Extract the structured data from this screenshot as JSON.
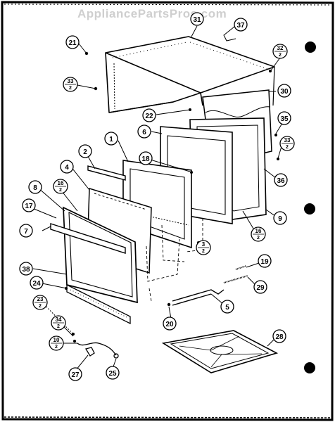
{
  "watermark": "AppliancePartsPros.com",
  "colors": {
    "ink": "#000000",
    "paper": "#ffffff",
    "watermark": "#cfcfcf"
  },
  "callouts": {
    "c31": "31",
    "c37": "37",
    "c21": "21",
    "c32a_top": "32",
    "c32a_bot": "2",
    "c33a_top": "33",
    "c33a_bot": "2",
    "c30": "30",
    "c22": "22",
    "c35": "35",
    "c33b_top": "33",
    "c33b_bot": "2",
    "c6": "6",
    "c1": "1",
    "c2": "2",
    "c18": "18",
    "c36": "36",
    "c4": "4",
    "c16a_top": "16",
    "c16a_bot": "2",
    "c8": "8",
    "c17": "17",
    "c7": "7",
    "c16b_top": "16",
    "c16b_bot": "2",
    "c9": "9",
    "c3_top": "3",
    "c3_bot": "2",
    "c38": "38",
    "c19": "19",
    "c24": "24",
    "c29": "29",
    "c23_top": "23",
    "c23_bot": "2",
    "c5": "5",
    "c34_top": "34",
    "c34_bot": "2",
    "c20": "20",
    "c28": "28",
    "c10_top": "10",
    "c10_bot": "2",
    "c27": "27",
    "c25": "25"
  }
}
